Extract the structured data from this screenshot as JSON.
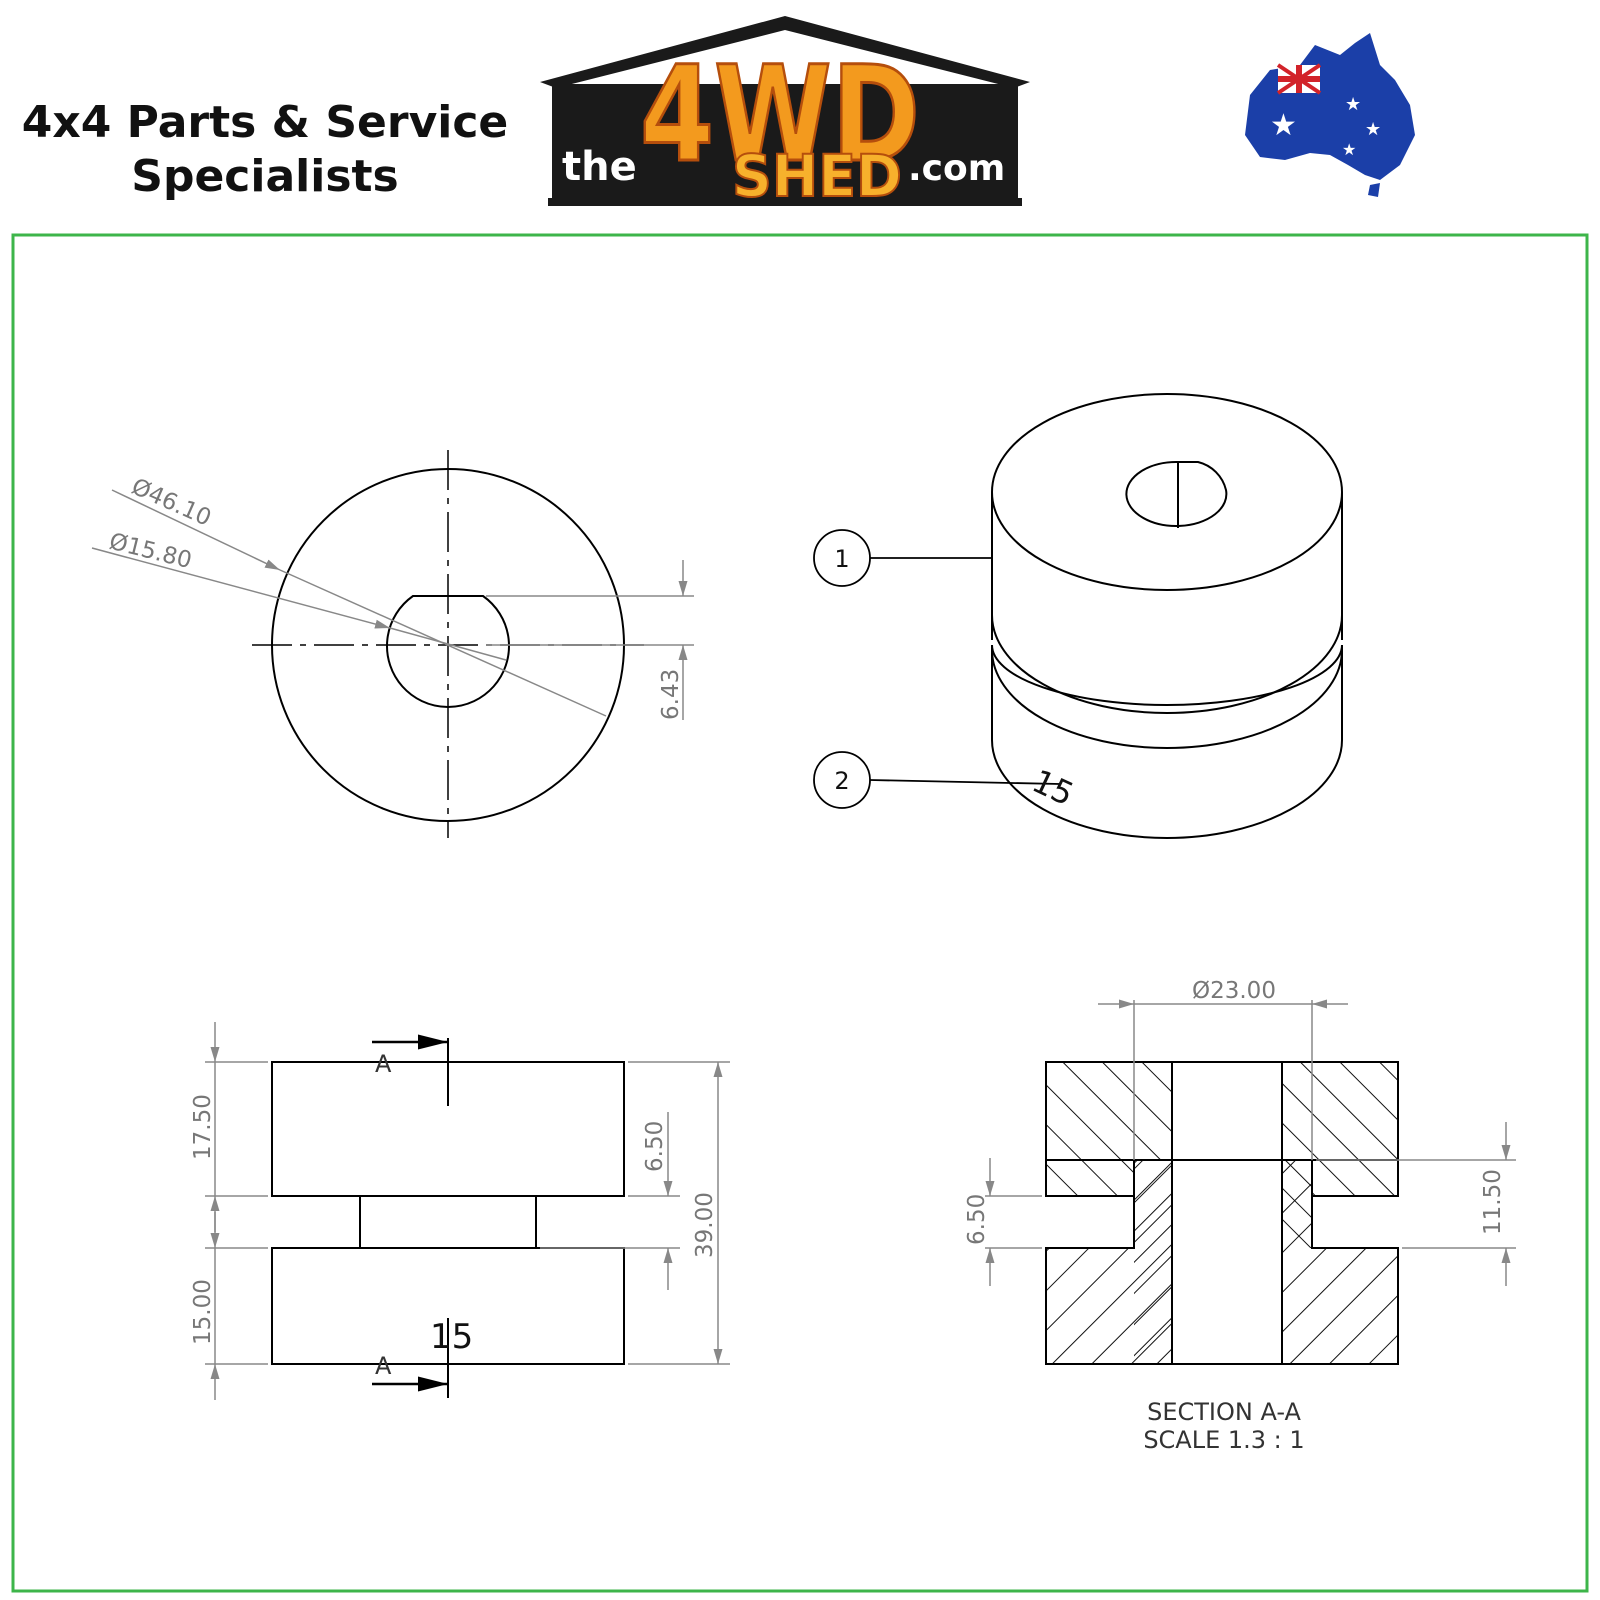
{
  "header": {
    "tagline_line1": "4x4 Parts & Service",
    "tagline_line2": "Specialists",
    "logo": {
      "prefix": "the",
      "main": "4WD",
      "sub": "SHED",
      "suffix": ".com"
    },
    "flag_icon": "australia-map-flag-icon",
    "colors": {
      "logo_orange": "#f39a1e",
      "logo_dark": "#1a1a1a",
      "frame_green": "#3db54a",
      "flag_blue": "#1b3fa8",
      "flag_red": "#d2232a"
    }
  },
  "drawing": {
    "top_view": {
      "dia_outer": "Ø46.10",
      "dia_inner": "Ø15.80",
      "flat_height": "6.43"
    },
    "iso_view": {
      "balloon_1": "1",
      "balloon_2": "2",
      "mark": "15"
    },
    "front_view": {
      "dim_top": "17.50",
      "dim_groove": "6.50",
      "dim_total": "39.00",
      "dim_bottom": "15.00",
      "section_label_top": "A",
      "section_label_bottom": "A",
      "mark": "15"
    },
    "section_view": {
      "dia": "Ø23.00",
      "dim_left": "6.50",
      "dim_right": "11.50",
      "caption_line1": "SECTION A-A",
      "caption_line2": "SCALE 1.3 : 1"
    }
  }
}
